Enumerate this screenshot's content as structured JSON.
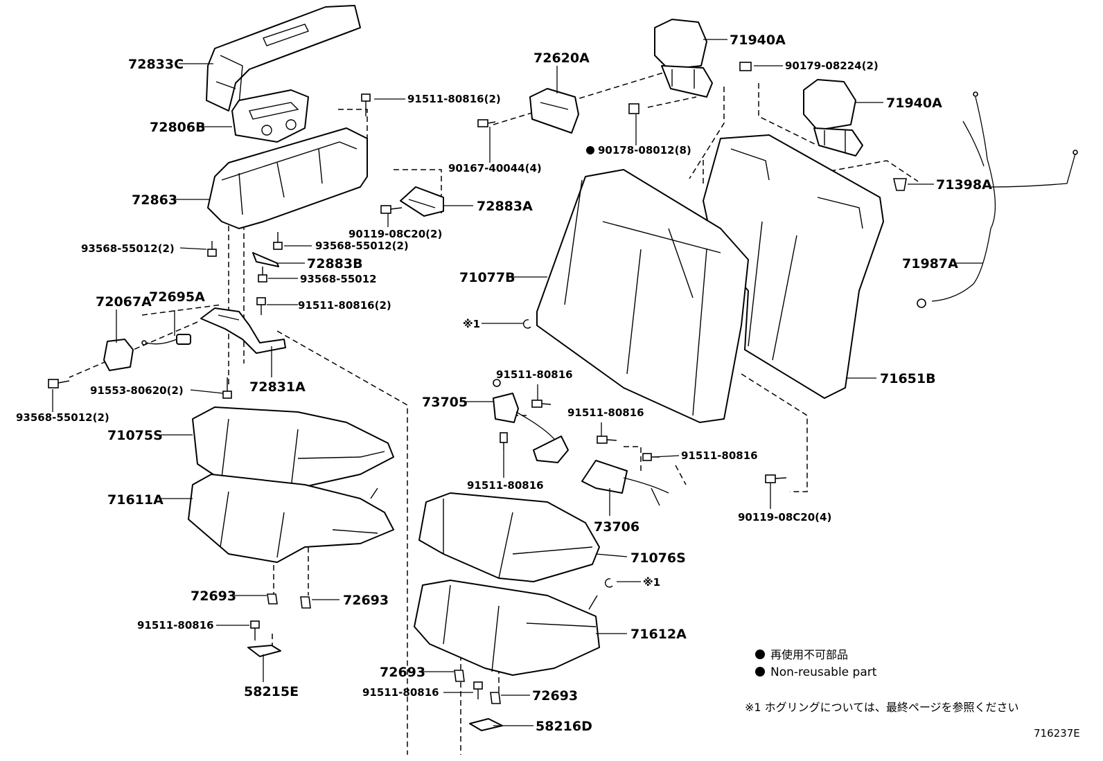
{
  "parts": {
    "p72833C": "72833C",
    "p72806B": "72806B",
    "p72863": "72863",
    "p93568_55012_2a": "93568-55012(2)",
    "p93568_55012_2b": "93568-55012(2)",
    "p93568_55012": "93568-55012",
    "p93568_55012_2c": "93568-55012(2)",
    "p91511_80816_2a": "91511-80816(2)",
    "p91511_80816_2b": "91511-80816(2)",
    "p90167_40044_4": "90167-40044(4)",
    "p72620A": "72620A",
    "p71940A_a": "71940A",
    "p71940A_b": "71940A",
    "p90179_08224_2": "90179-08224(2)",
    "p90178_08012_8": "90178-08012(8)",
    "p72883A": "72883A",
    "p90119_08C20_2": "90119-08C20(2)",
    "p72883B": "72883B",
    "p72067A": "72067A",
    "p72695A": "72695A",
    "p72831A": "72831A",
    "p91553_80620_2": "91553-80620(2)",
    "p71075S": "71075S",
    "p71611A": "71611A",
    "p72693_a": "72693",
    "p72693_b": "72693",
    "p72693_c": "72693",
    "p72693_d": "72693",
    "p91511_80816_a": "91511-80816",
    "p91511_80816_b": "91511-80816",
    "p91511_80816_c": "91511-80816",
    "p91511_80816_d": "91511-80816",
    "p91511_80816_e": "91511-80816",
    "p91511_80816_f": "91511-80816",
    "p58215E": "58215E",
    "p58216D": "58216D",
    "p71077B": "71077B",
    "p71398A": "71398A",
    "p71987A": "71987A",
    "p71651B": "71651B",
    "p73705": "73705",
    "p73706": "73706",
    "p71076S": "71076S",
    "p71612A": "71612A",
    "p90119_08C20_4": "90119-08C20(4)"
  },
  "marks": {
    "note1_a": "※1",
    "note1_b": "※1"
  },
  "legend": {
    "jp": "再使用不可部品",
    "en": "Non-reusable part",
    "note1": "※1  ホグリングについては、最終ページを参照ください"
  },
  "diagram_id": "716237E"
}
